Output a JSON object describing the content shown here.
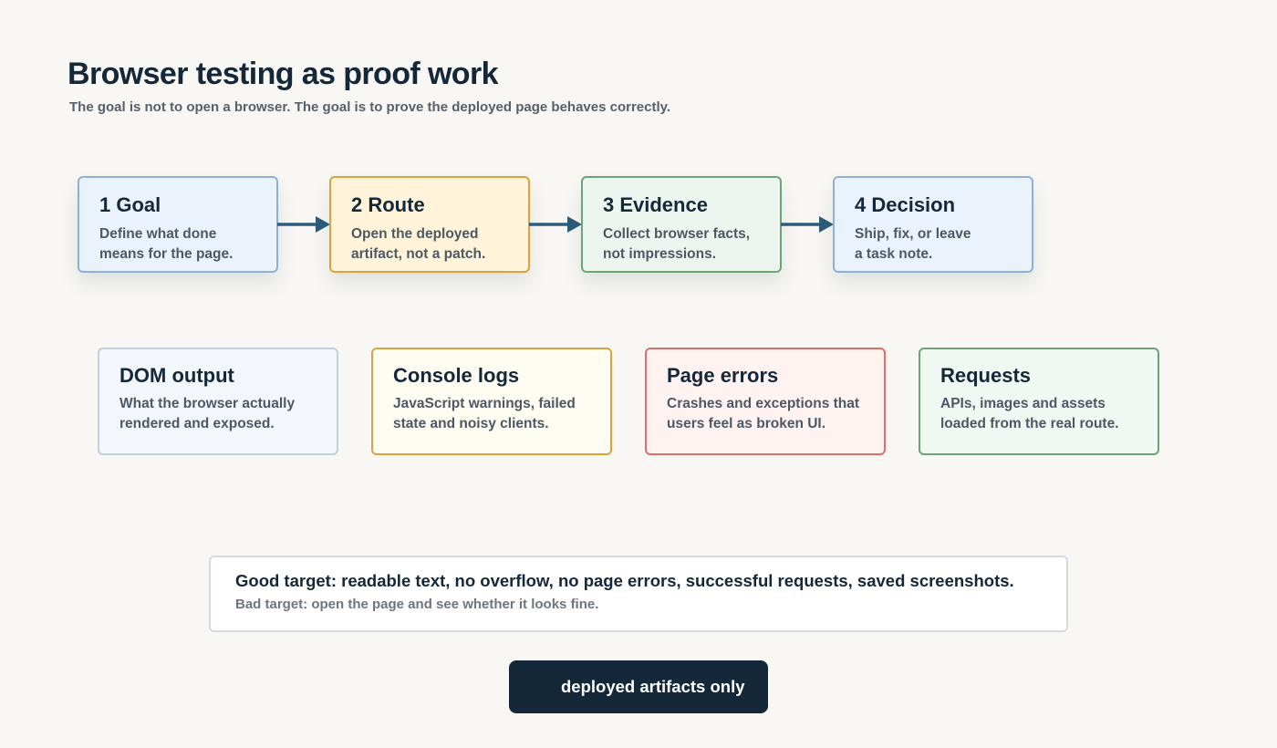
{
  "header": {
    "title": "Browser testing as proof work",
    "subtitle": "The goal is not to open a browser. The goal is to prove the deployed page behaves correctly."
  },
  "steps": [
    {
      "title": "1 Goal",
      "desc_lines": [
        "Define what done",
        "means for the page."
      ]
    },
    {
      "title": "2 Route",
      "desc_lines": [
        "Open the deployed",
        "artifact, not a patch."
      ]
    },
    {
      "title": "3 Evidence",
      "desc_lines": [
        "Collect browser facts,",
        "not impressions."
      ]
    },
    {
      "title": "4 Decision",
      "desc_lines": [
        "Ship, fix, or leave",
        "a task note."
      ]
    }
  ],
  "evidence": [
    {
      "title": "DOM output",
      "desc_lines": [
        "What the browser actually",
        "rendered and exposed."
      ]
    },
    {
      "title": "Console logs",
      "desc_lines": [
        "JavaScript warnings, failed",
        "state and noisy clients."
      ]
    },
    {
      "title": "Page errors",
      "desc_lines": [
        "Crashes and exceptions that",
        "users feel as broken UI."
      ]
    },
    {
      "title": "Requests",
      "desc_lines": [
        "APIs, images and assets",
        "loaded from the real route."
      ]
    }
  ],
  "target": {
    "good": "Good target: readable text, no overflow, no page errors, successful requests, saved screenshots.",
    "bad": "Bad target: open the page and see whether it looks fine."
  },
  "badge": {
    "label": "deployed artifacts only"
  },
  "colors": {
    "ink": "#15283a",
    "arrow": "#2e5c7a",
    "blue_border": "#8db1d6",
    "amber_border": "#d9a43c",
    "green_border": "#69a576",
    "red_border": "#dc6f6a"
  }
}
